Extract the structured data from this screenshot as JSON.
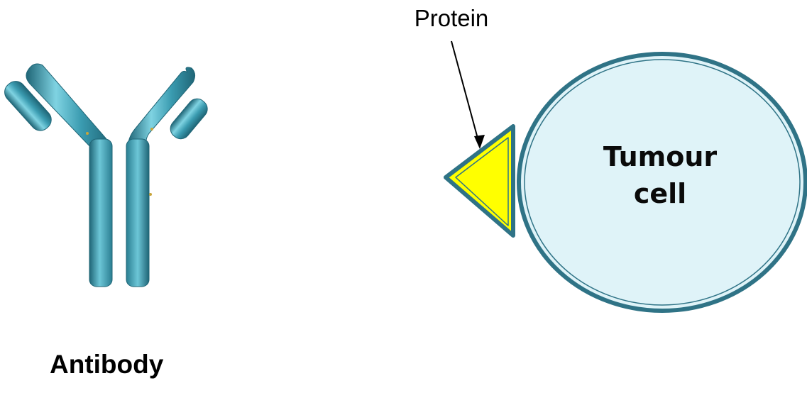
{
  "labels": {
    "protein": "Protein",
    "tumour_line1": "Tumour",
    "tumour_line2": "cell",
    "antibody": "Antibody"
  },
  "colors": {
    "antibody": "#3a9bb0",
    "antibody_highlight": "#7fd3e2",
    "antibody_shadow": "#1f6576",
    "cell_fill": "#dff3f8",
    "cell_border": "#2f7386",
    "protein_fill": "#ffff00",
    "protein_border": "#2f7386"
  },
  "icons": {
    "antibody": "y-shaped-antibody",
    "tumour_cell": "circle-cell",
    "protein": "triangle-protein"
  }
}
